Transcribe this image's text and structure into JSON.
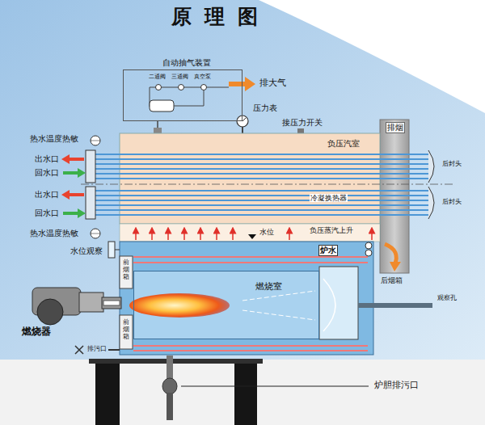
{
  "diagram": {
    "title": "原理图",
    "nodes": [
      {
        "text": [
          "自动抽气装置"
        ]
      },
      {
        "text": [
          "燃烧室"
        ]
      }
    ],
    "labels": [
      "二通阀",
      "三通阀",
      "真空泵",
      "排大气",
      "压力表",
      "接压力开关",
      "排烟",
      "热水温度热敏",
      "出水口",
      "回水口",
      "负压汽室",
      "后封头",
      "出水口",
      "回水口",
      "冷凝换热器",
      "后封头",
      "热水温度热敏",
      "负压蒸汽上升",
      "水位",
      "水位观察",
      "炉水",
      "前烟箱",
      "后烟箱",
      "观察孔",
      "燃烧器",
      "前烟箱",
      "排污口",
      "炉胆排污口"
    ]
  }
}
